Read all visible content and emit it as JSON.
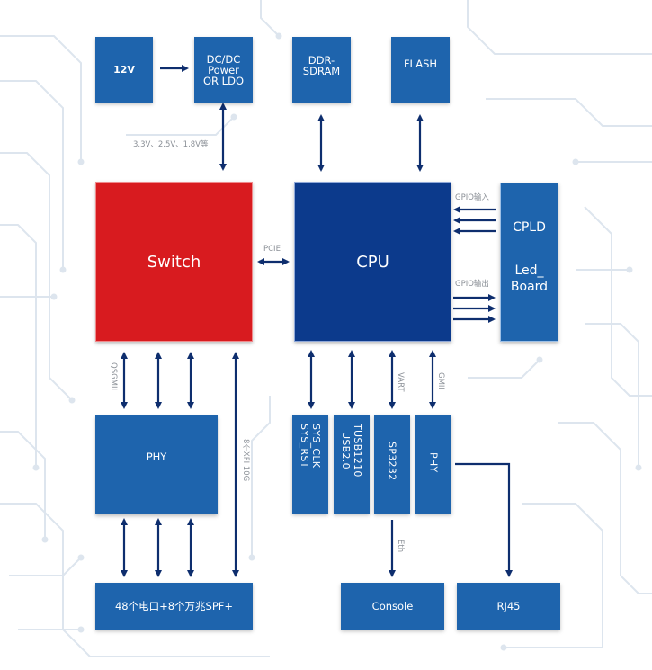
{
  "colors": {
    "block": "#1e64ad",
    "cpu": "#0c3a8c",
    "switch": "#d81b1f",
    "arrow": "#0e2e6e",
    "circuit": "#dde5ee",
    "edge_label": "#8a8f96"
  },
  "blocks": {
    "v12": "12V",
    "dcdc": [
      "DC/DC",
      "Power",
      "OR LDO"
    ],
    "ddr": [
      "DDR-",
      "SDRAM"
    ],
    "flash": "FLASH",
    "switch": "Switch",
    "cpu": "CPU",
    "cpld": "CPLD",
    "led_board": [
      "Led_",
      "Board"
    ],
    "phy_left": "PHY",
    "sys": [
      "SYS_CLK",
      "SYS_RST"
    ],
    "tusb": [
      "TUSB1210",
      "USB2.0"
    ],
    "sp3232": "SP3232",
    "phy_right": "PHY",
    "ports": "48个电口+8个万兆SPF+",
    "console": "Console",
    "rj45": "RJ45"
  },
  "edge_labels": {
    "voltages": "3.3V、2.5V、1.8V等",
    "pcie": "PCIE",
    "gpio_in": "GPIO输入",
    "gpio_out": "GPIO输出",
    "qsgmii": "QSGMII",
    "xfi": "8个XFI 10G",
    "vart": "VART",
    "gmii": "GMII",
    "eth": "Eth"
  }
}
